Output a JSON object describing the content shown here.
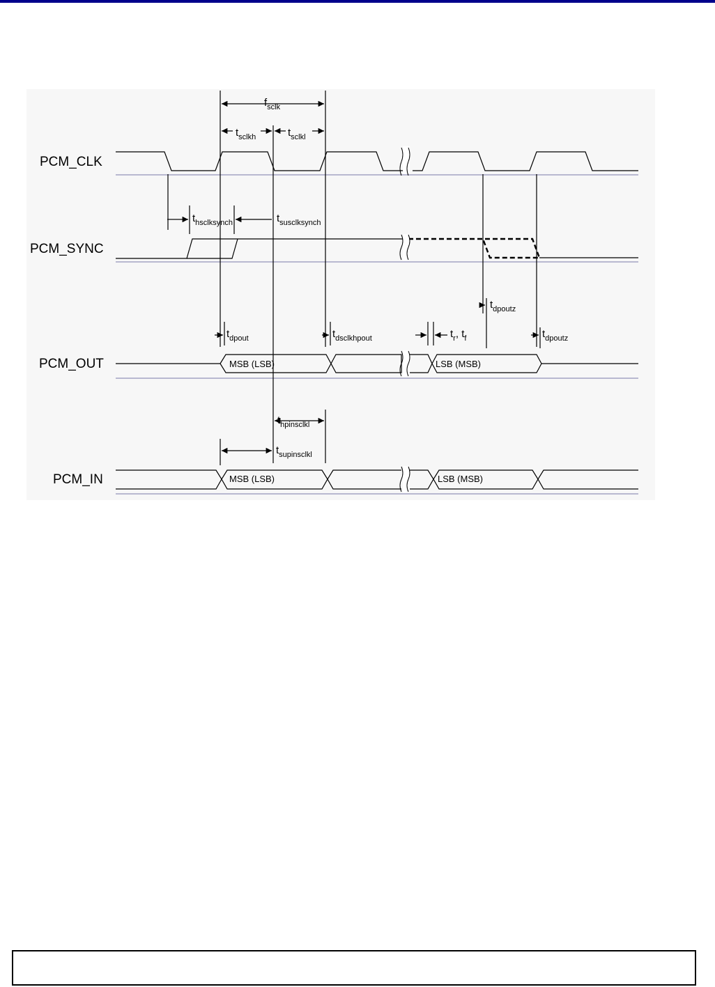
{
  "signals": {
    "clk": "PCM_CLK",
    "sync": "PCM_SYNC",
    "out": "PCM_OUT",
    "in": "PCM_IN"
  },
  "timing_labels": {
    "fsclk": {
      "main": "f",
      "sub": "sclk"
    },
    "tsclkh": {
      "main": "t",
      "sub": "sclkh"
    },
    "tsclkl": {
      "main": "t",
      "sub": "sclkl"
    },
    "thsclksynch": {
      "main": "t",
      "sub": "hsclksynch"
    },
    "tsusclksynch": {
      "main": "t",
      "sub": "susclksynch"
    },
    "tdpoutz_mid": {
      "main": "t",
      "sub": "dpoutz"
    },
    "tdpout": {
      "main": "t",
      "sub": "dpout"
    },
    "tdsclkhpout": {
      "main": "t",
      "sub": "dsclkhpout"
    },
    "tr_tf": {
      "t1": "t",
      "s1": "r",
      "sep": ", ",
      "t2": "t",
      "s2": "f"
    },
    "tdpoutz_end": {
      "main": "t",
      "sub": "dpoutz"
    },
    "thpinsclkl": {
      "main": "t",
      "sub": "hpinsclkl"
    },
    "tsupinsclkl": {
      "main": "t",
      "sub": "supinsclkl"
    }
  },
  "cells": {
    "out_first": "MSB (LSB)",
    "out_last": "LSB (MSB)",
    "in_first": "MSB (LSB)",
    "in_last": "LSB (MSB)"
  },
  "colors": {
    "top_rule": "#00008b",
    "panel": "#f7f7f7",
    "baseline": "#7a7aa8"
  }
}
